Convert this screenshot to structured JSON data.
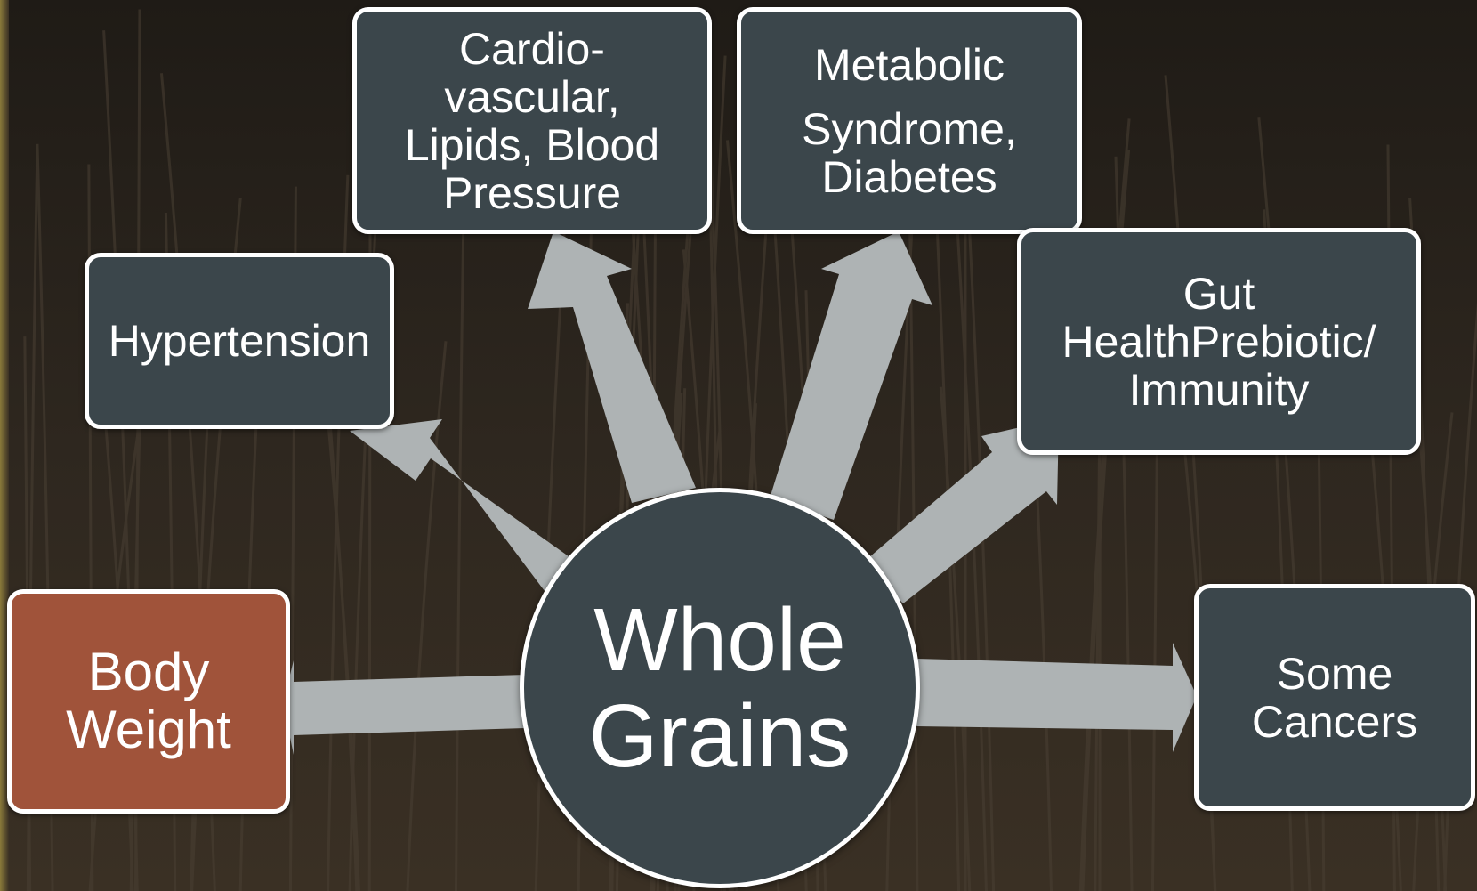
{
  "background": {
    "image": "wheat-field-dark"
  },
  "colors": {
    "node_fill": "#3b464b",
    "highlight_fill": "#a0533a",
    "arrow_fill": "#aeb3b4",
    "border": "#ffffff",
    "text": "#ffffff"
  },
  "center": {
    "line1": "Whole",
    "line2": "Grains"
  },
  "nodes": {
    "body_weight": {
      "lines": [
        "Body",
        "Weight"
      ],
      "highlighted": true
    },
    "hypertension": {
      "lines": [
        "Hypertension"
      ]
    },
    "cardiovascular": {
      "lines": [
        "Cardio-",
        "vascular,",
        "Lipids, Blood",
        "Pressure"
      ]
    },
    "metabolic": {
      "lines": [
        "Metabolic",
        "Syndrome,",
        "Diabetes"
      ]
    },
    "gut_health": {
      "lines": [
        "Gut",
        "HealthPrebiotic/",
        "Immunity"
      ]
    },
    "cancers": {
      "lines": [
        "Some",
        "Cancers"
      ]
    }
  }
}
